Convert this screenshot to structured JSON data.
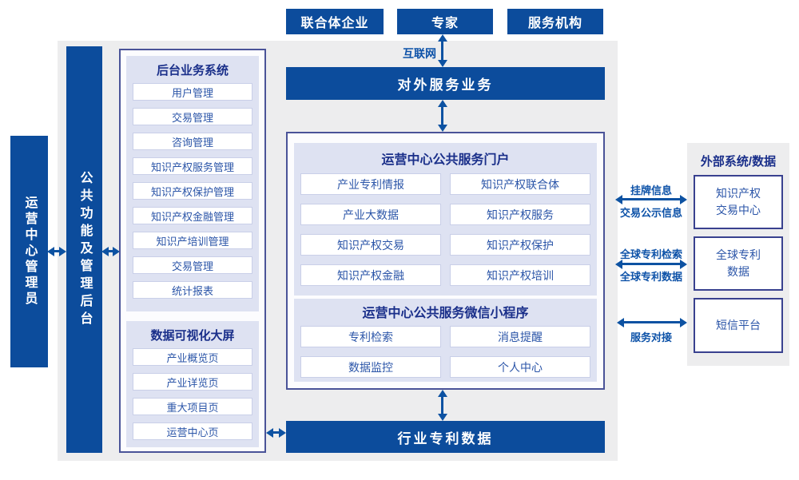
{
  "actors": [
    "联合体企业",
    "专家",
    "服务机构"
  ],
  "labels": {
    "internet": "互联网",
    "listing_info": "挂牌信息",
    "trade_publicity": "交易公示信息",
    "global_patent_search": "全球专利检索",
    "global_patent_data": "全球专利数据",
    "service_connect": "服务对接"
  },
  "bars": {
    "external_service": "对外服务业务",
    "industry_patent_data": "行业专利数据"
  },
  "left": {
    "admin": "运营中心管理员",
    "public_backend": "公共功能及管理后台",
    "backend_system": {
      "title": "后台业务系统",
      "items": [
        "用户管理",
        "交易管理",
        "咨询管理",
        "知识产权服务管理",
        "知识产权保护管理",
        "知识产权金融管理",
        "知识产培训管理",
        "交易管理",
        "统计报表"
      ]
    },
    "dashboard": {
      "title": "数据可视化大屏",
      "items": [
        "产业概览页",
        "产业详览页",
        "重大项目页",
        "运营中心页"
      ]
    }
  },
  "center": {
    "portal": {
      "title": "运营中心公共服务门户",
      "items": [
        "产业专利情报",
        "知识产权联合体",
        "产业大数据",
        "知识产权服务",
        "知识产权交易",
        "知识产权保护",
        "知识产权金融",
        "知识产权培训"
      ]
    },
    "miniprogram": {
      "title": "运营中心公共服务微信小程序",
      "items": [
        "专利检索",
        "消息提醒",
        "数据监控",
        "个人中心"
      ]
    }
  },
  "external": {
    "title": "外部系统/数据",
    "boxes": [
      "知识产权\n交易中心",
      "全球专利\n数据",
      "短信平台"
    ]
  },
  "colors": {
    "primary_blue": "#0C4C9C",
    "panel_border": "#4A5398",
    "lavender_fill": "#DEE2F2",
    "background_gray": "#EDEDEE",
    "arrow_blue": "#0D52A2"
  }
}
